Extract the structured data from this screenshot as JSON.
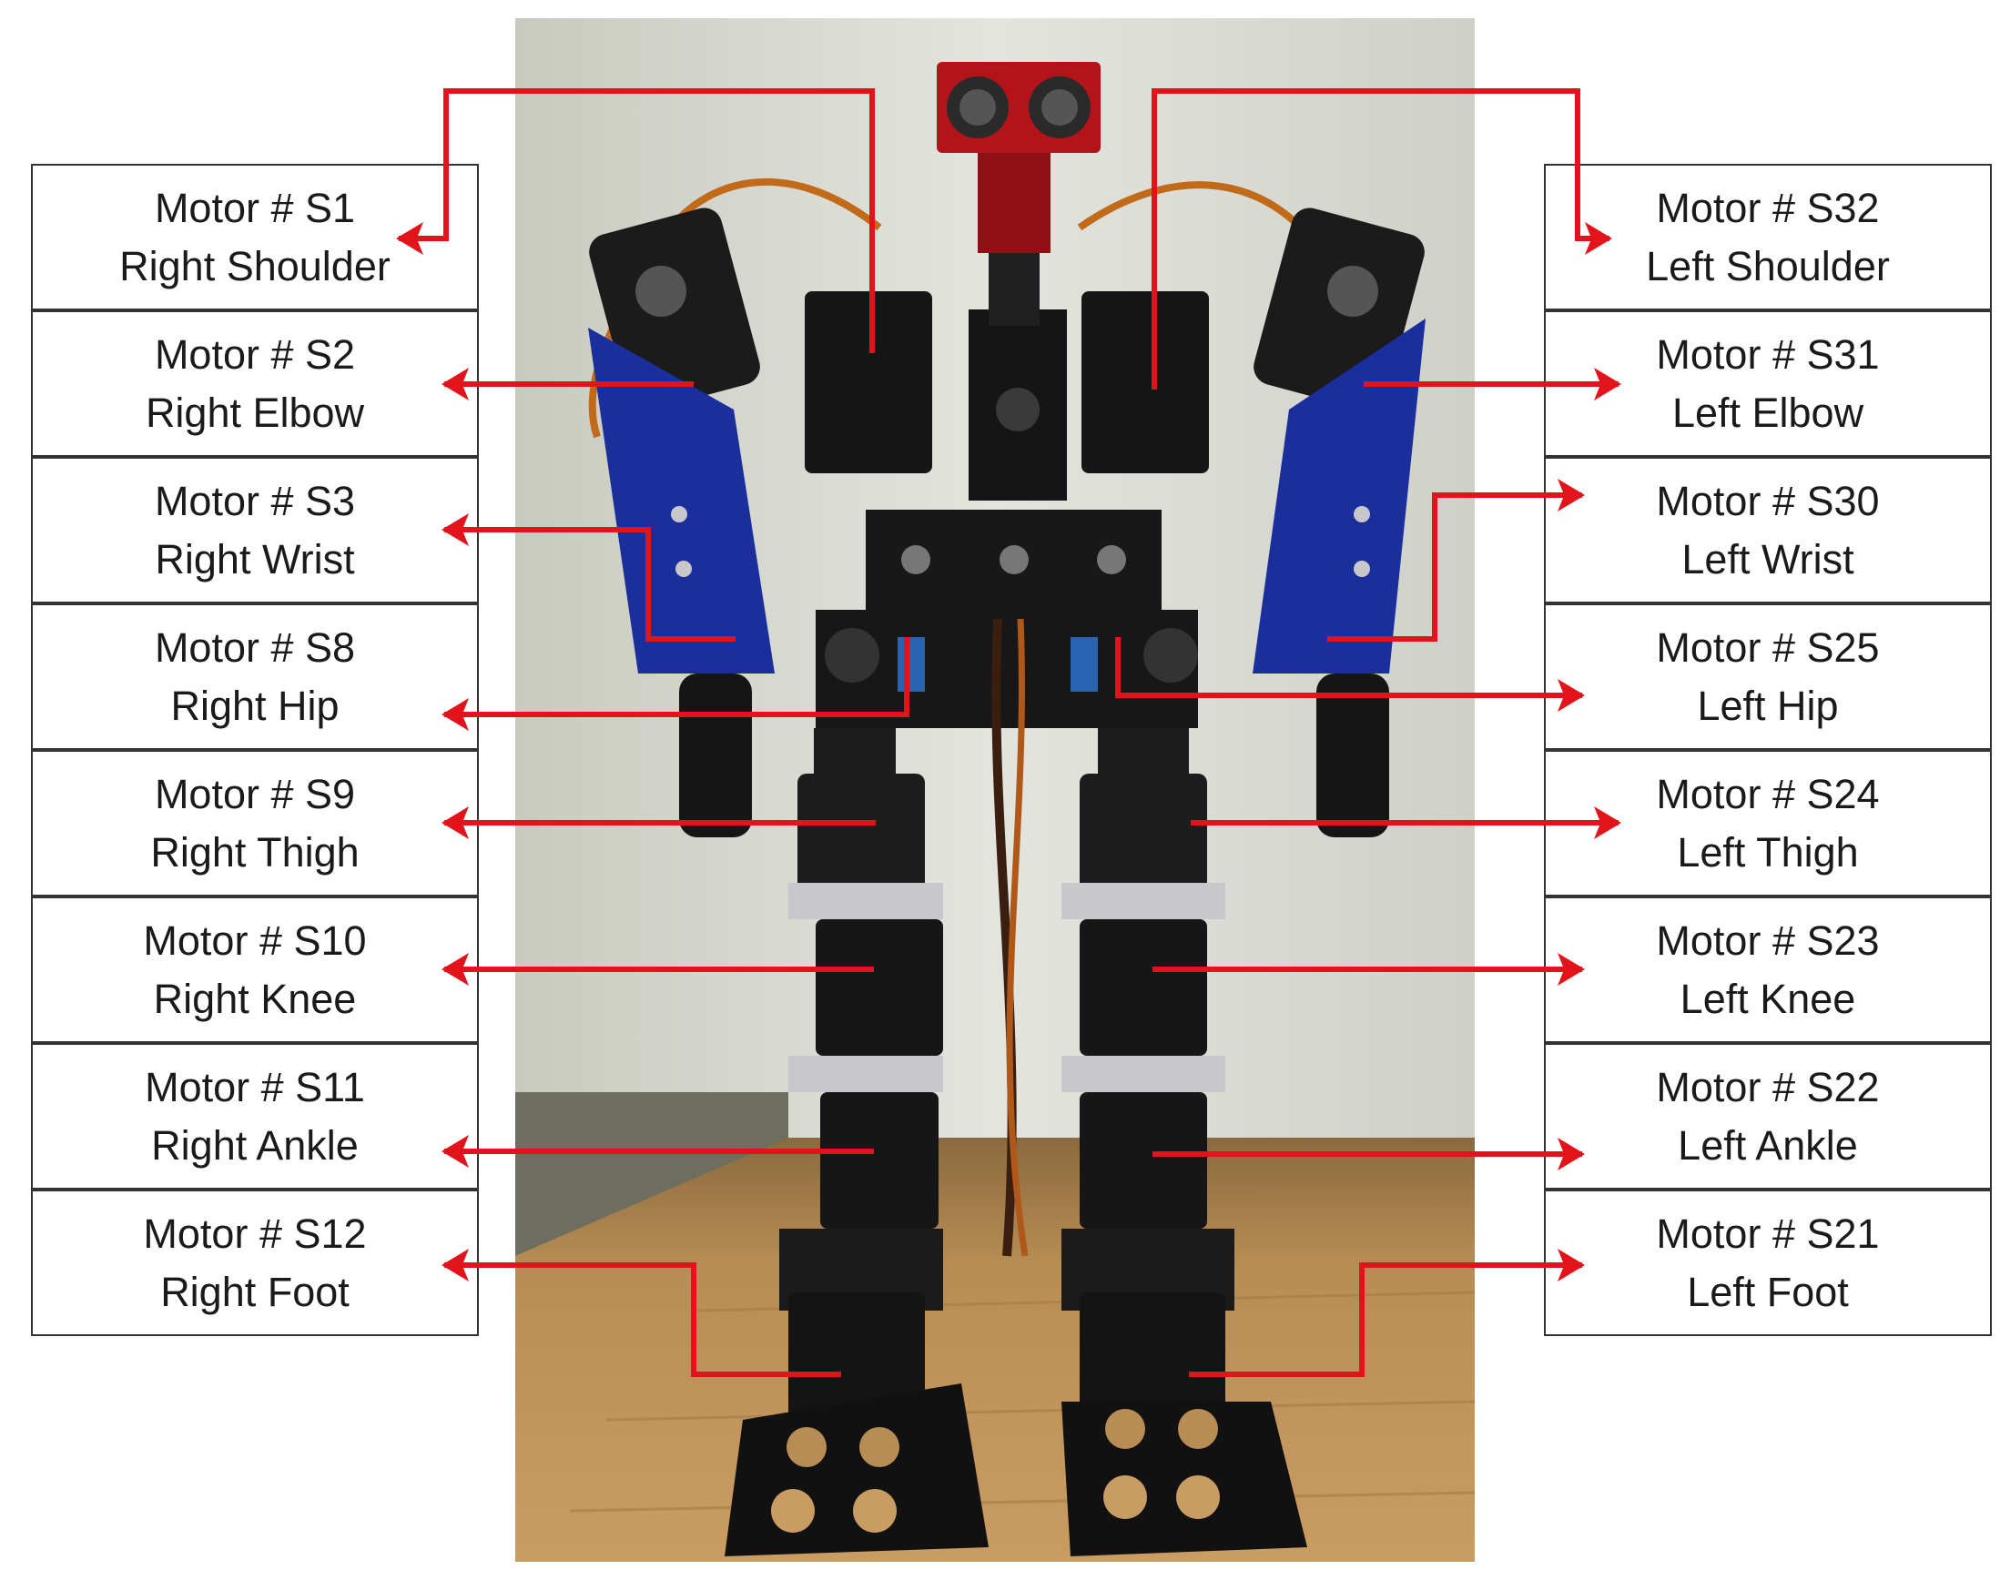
{
  "colors": {
    "arrow": "#e3131b",
    "box_border": "#333333",
    "wall": "#d9dad3",
    "table": "#b78a52",
    "bracket_black": "#151515",
    "panel_blue": "#1a2f9c",
    "sensor_red": "#b3141a",
    "aluminium": "#c8c8cc"
  },
  "left_motors": [
    {
      "motor": "Motor # S1",
      "joint": "Right Shoulder"
    },
    {
      "motor": "Motor # S2",
      "joint": "Right Elbow"
    },
    {
      "motor": "Motor # S3",
      "joint": "Right Wrist"
    },
    {
      "motor": "Motor # S8",
      "joint": "Right Hip"
    },
    {
      "motor": "Motor # S9",
      "joint": "Right Thigh"
    },
    {
      "motor": "Motor # S10",
      "joint": "Right Knee"
    },
    {
      "motor": "Motor # S11",
      "joint": "Right Ankle"
    },
    {
      "motor": "Motor # S12",
      "joint": "Right Foot"
    }
  ],
  "right_motors": [
    {
      "motor": "Motor # S32",
      "joint": "Left Shoulder"
    },
    {
      "motor": "Motor # S31",
      "joint": "Left Elbow"
    },
    {
      "motor": "Motor # S30",
      "joint": "Left Wrist"
    },
    {
      "motor": "Motor # S25",
      "joint": "Left Hip"
    },
    {
      "motor": "Motor # S24",
      "joint": "Left Thigh"
    },
    {
      "motor": "Motor # S23",
      "joint": "Left Knee"
    },
    {
      "motor": "Motor # S22",
      "joint": "Left Ankle"
    },
    {
      "motor": "Motor # S21",
      "joint": "Left Foot"
    }
  ]
}
